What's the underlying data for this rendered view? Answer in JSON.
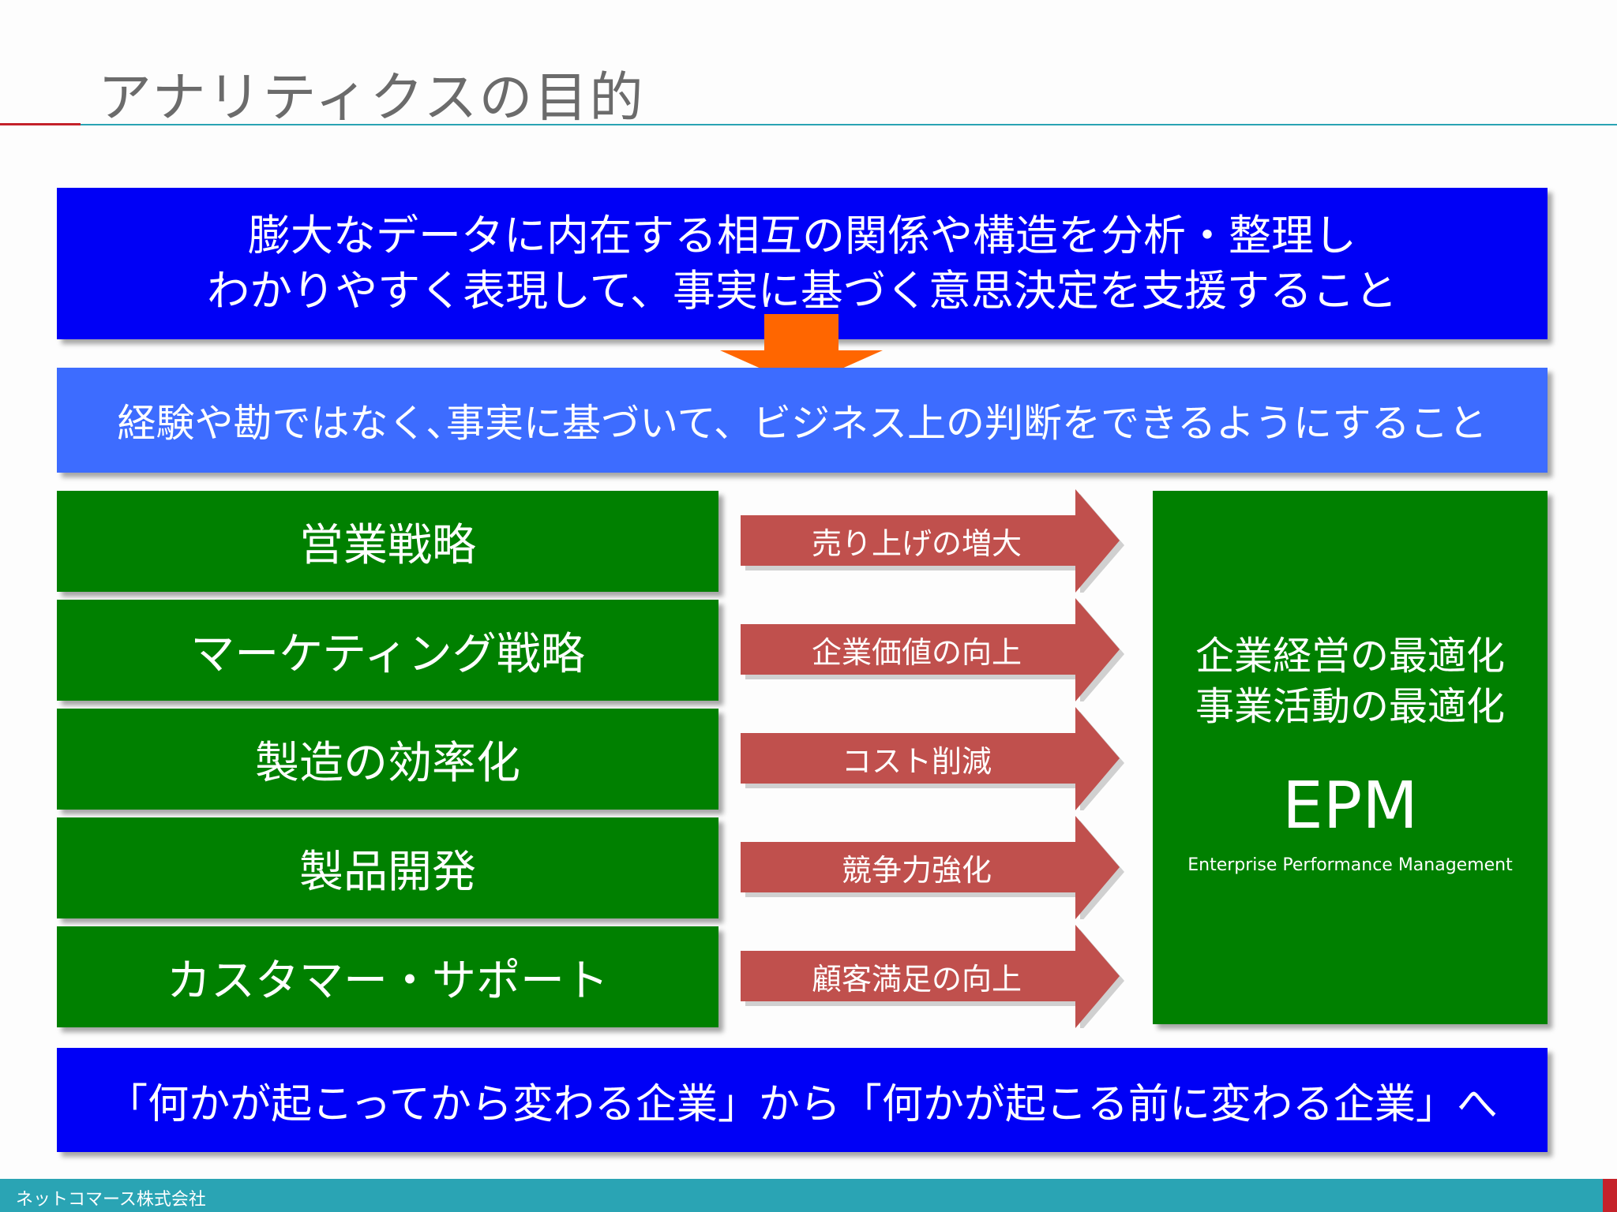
{
  "slide": {
    "title": "アナリティクスの目的",
    "definition": [
      "膨大なデータに内在する相互の関係や構造を分析・整理し",
      "わかりやすく表現して、事実に基づく意思決定を支援すること"
    ],
    "purpose": "経験や勘ではなく､事実に基づいて、ビジネス上の判断をできるようにすること",
    "areas": [
      {
        "label": "営業戦略",
        "effect": "売り上げの増大"
      },
      {
        "label": "マーケティング戦略",
        "effect": "企業価値の向上"
      },
      {
        "label": "製造の効率化",
        "effect": "コスト削減"
      },
      {
        "label": "製品開発",
        "effect": "競争力強化"
      },
      {
        "label": "カスタマー・サポート",
        "effect": "顧客満足の向上"
      }
    ],
    "outcome": {
      "line1": "企業経営の最適化",
      "line2": "事業活動の最適化",
      "acronym": "EPM",
      "full_name": "Enterprise Performance Management"
    },
    "conclusion": "「何かが起こってから変わる企業」から「何かが起こる前に変わる企業」へ",
    "footer": "ネットコマース株式会社"
  },
  "colors": {
    "definition_bg": "#0000f6",
    "purpose_bg": "#3d6cff",
    "area_bg": "#008000",
    "effect_arrow": "#c0504d",
    "down_arrow": "#ff6600",
    "accent_teal": "#2aa4b4",
    "accent_red": "#c4222a"
  }
}
